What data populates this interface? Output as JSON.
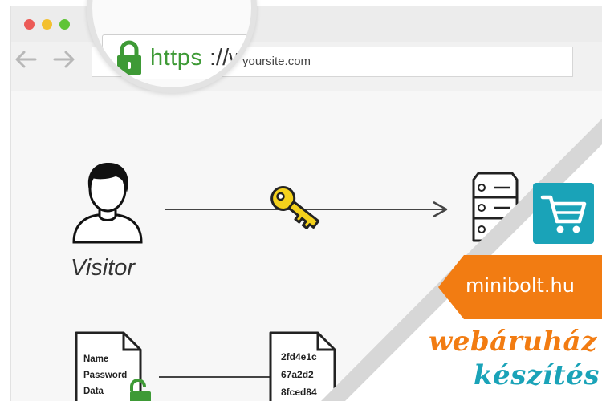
{
  "browser": {
    "url_protocol": "https",
    "url_separator": "://w",
    "url_domain": "yoursite.com"
  },
  "diagram": {
    "visitor_label": "Visitor",
    "plain_doc_lines": [
      "Name",
      "Password",
      "Data"
    ],
    "encrypted_doc_lines": [
      "2fd4e1c",
      "67a2d2",
      "8fced84"
    ]
  },
  "promo": {
    "banner": "minibolt.hu",
    "tagline_1": "webáruház",
    "tagline_2": "készítés"
  },
  "colors": {
    "secure_green": "#3e9a36",
    "key_yellow": "#f4d11c",
    "brand_orange": "#f27c12",
    "brand_teal": "#1aa3b8"
  },
  "icons": [
    "lock-icon",
    "back-arrow-icon",
    "forward-arrow-icon",
    "user-icon",
    "key-icon",
    "server-icon",
    "document-icon",
    "open-lock-icon",
    "cart-icon"
  ]
}
